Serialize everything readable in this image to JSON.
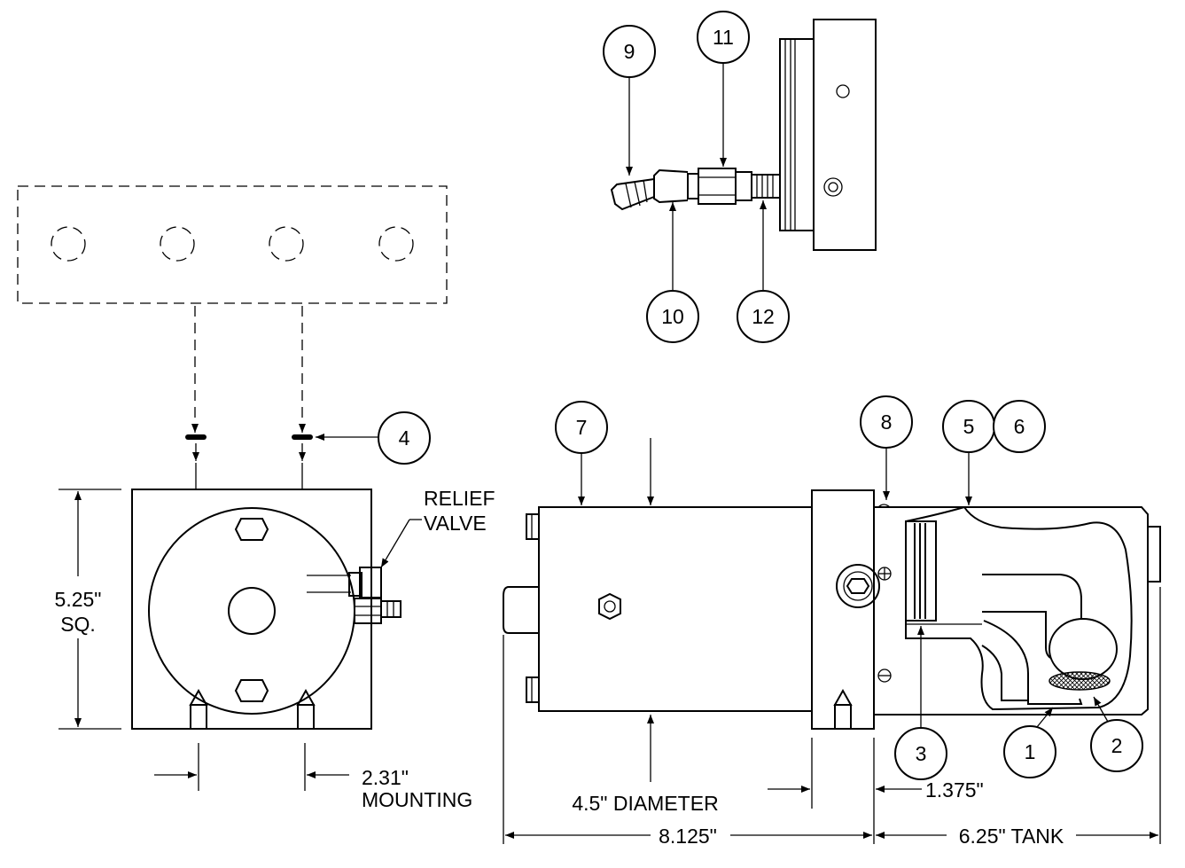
{
  "callouts": {
    "c1": "1",
    "c2": "2",
    "c3": "3",
    "c4": "4",
    "c5": "5",
    "c6": "6",
    "c7": "7",
    "c8": "8",
    "c9": "9",
    "c10": "10",
    "c11": "11",
    "c12": "12"
  },
  "labels": {
    "relief_line1": "RELIEF",
    "relief_line2": "VALVE"
  },
  "dimensions": {
    "square_line1": "5.25\"",
    "square_line2": "SQ.",
    "mounting_line1": "2.31\"",
    "mounting_line2": "MOUNTING",
    "diameter": "4.5\" DIAMETER",
    "overall": "8.125\"",
    "flange": "1.375\"",
    "tank": "6.25\" TANK"
  }
}
